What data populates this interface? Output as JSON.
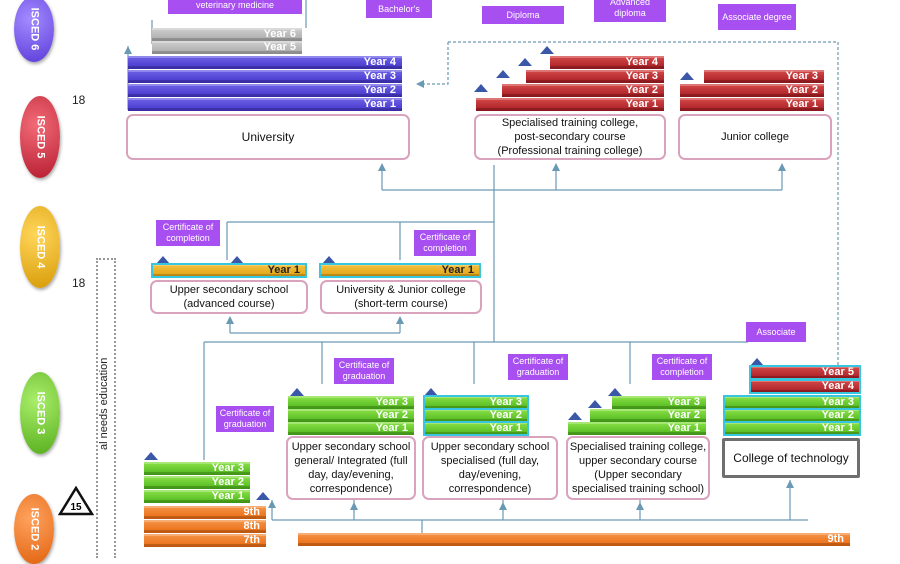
{
  "isced": [
    {
      "label": "ISCED 6",
      "color": "#7b5cf0"
    },
    {
      "label": "ISCED 5",
      "color": "#d83a4a"
    },
    {
      "label": "ISCED 4",
      "color": "#e3b318"
    },
    {
      "label": "ISCED 3",
      "color": "#7fcd37"
    },
    {
      "label": "ISCED 2",
      "color": "#f07a24"
    }
  ],
  "ages": [
    "18",
    "18",
    "15"
  ],
  "special_needs": "al needs education",
  "university": {
    "tag_top": "veterinary medicine",
    "grey_years": [
      "Year 6",
      "Year 5"
    ],
    "years": [
      "Year 4",
      "Year 3",
      "Year 2",
      "Year 1"
    ],
    "bachelor": "Bachelor's",
    "box": "University"
  },
  "specialised_post": {
    "diploma": "Diploma",
    "advanced": "Advanced diploma",
    "years": [
      "Year 4",
      "Year 3",
      "Year 2",
      "Year 1"
    ],
    "box_l1": "Specialised training college,",
    "box_l2": "post-secondary course",
    "box_l3": "(Professional training college)"
  },
  "junior_college": {
    "associate": "Associate degree",
    "years": [
      "Year 3",
      "Year 2",
      "Year 1"
    ],
    "box": "Junior college"
  },
  "upper_adv": {
    "cert": "Certificate of completion",
    "year": "Year 1",
    "box_l1": "Upper secondary school",
    "box_l2": "(advanced course)"
  },
  "uni_short": {
    "cert": "Certificate of completion",
    "year": "Year 1",
    "box_l1": "University & Junior college",
    "box_l2": "(short-term course)"
  },
  "upper_general": {
    "cert": "Certificate of graduation",
    "years": [
      "Year 3",
      "Year 2",
      "Year 1"
    ],
    "box_l1": "Upper secondary school",
    "box_l2": "general/ Integrated (full",
    "box_l3": "day, day/evening,",
    "box_l4": "correspondence)"
  },
  "upper_specialised": {
    "cert": "Certificate of graduation",
    "years": [
      "Year 3",
      "Year 2",
      "Year 1"
    ],
    "box_l1": "Upper secondary school",
    "box_l2": "specialised (full day,",
    "box_l3": "day/evening,",
    "box_l4": "correspondence)"
  },
  "spec_upper": {
    "cert": "Certificate of completion",
    "years": [
      "Year 3",
      "Year 2",
      "Year 1"
    ],
    "box_l1": "Specialised training college,",
    "box_l2": "upper secondary course",
    "box_l3": "(Upper secondary",
    "box_l4": "specialised training school)"
  },
  "tech": {
    "associate": "Associate",
    "years": [
      "Year 5",
      "Year 4",
      "Year 3",
      "Year 2",
      "Year 1"
    ],
    "box": "College of technology"
  },
  "secondary_ed": {
    "cert": "Certificate of graduation",
    "years": [
      "Year 3",
      "Year 2",
      "Year 1"
    ]
  },
  "lower": {
    "grades": [
      "9th",
      "8th",
      "7th"
    ],
    "wide_grade": "9th"
  },
  "marker15": "15"
}
